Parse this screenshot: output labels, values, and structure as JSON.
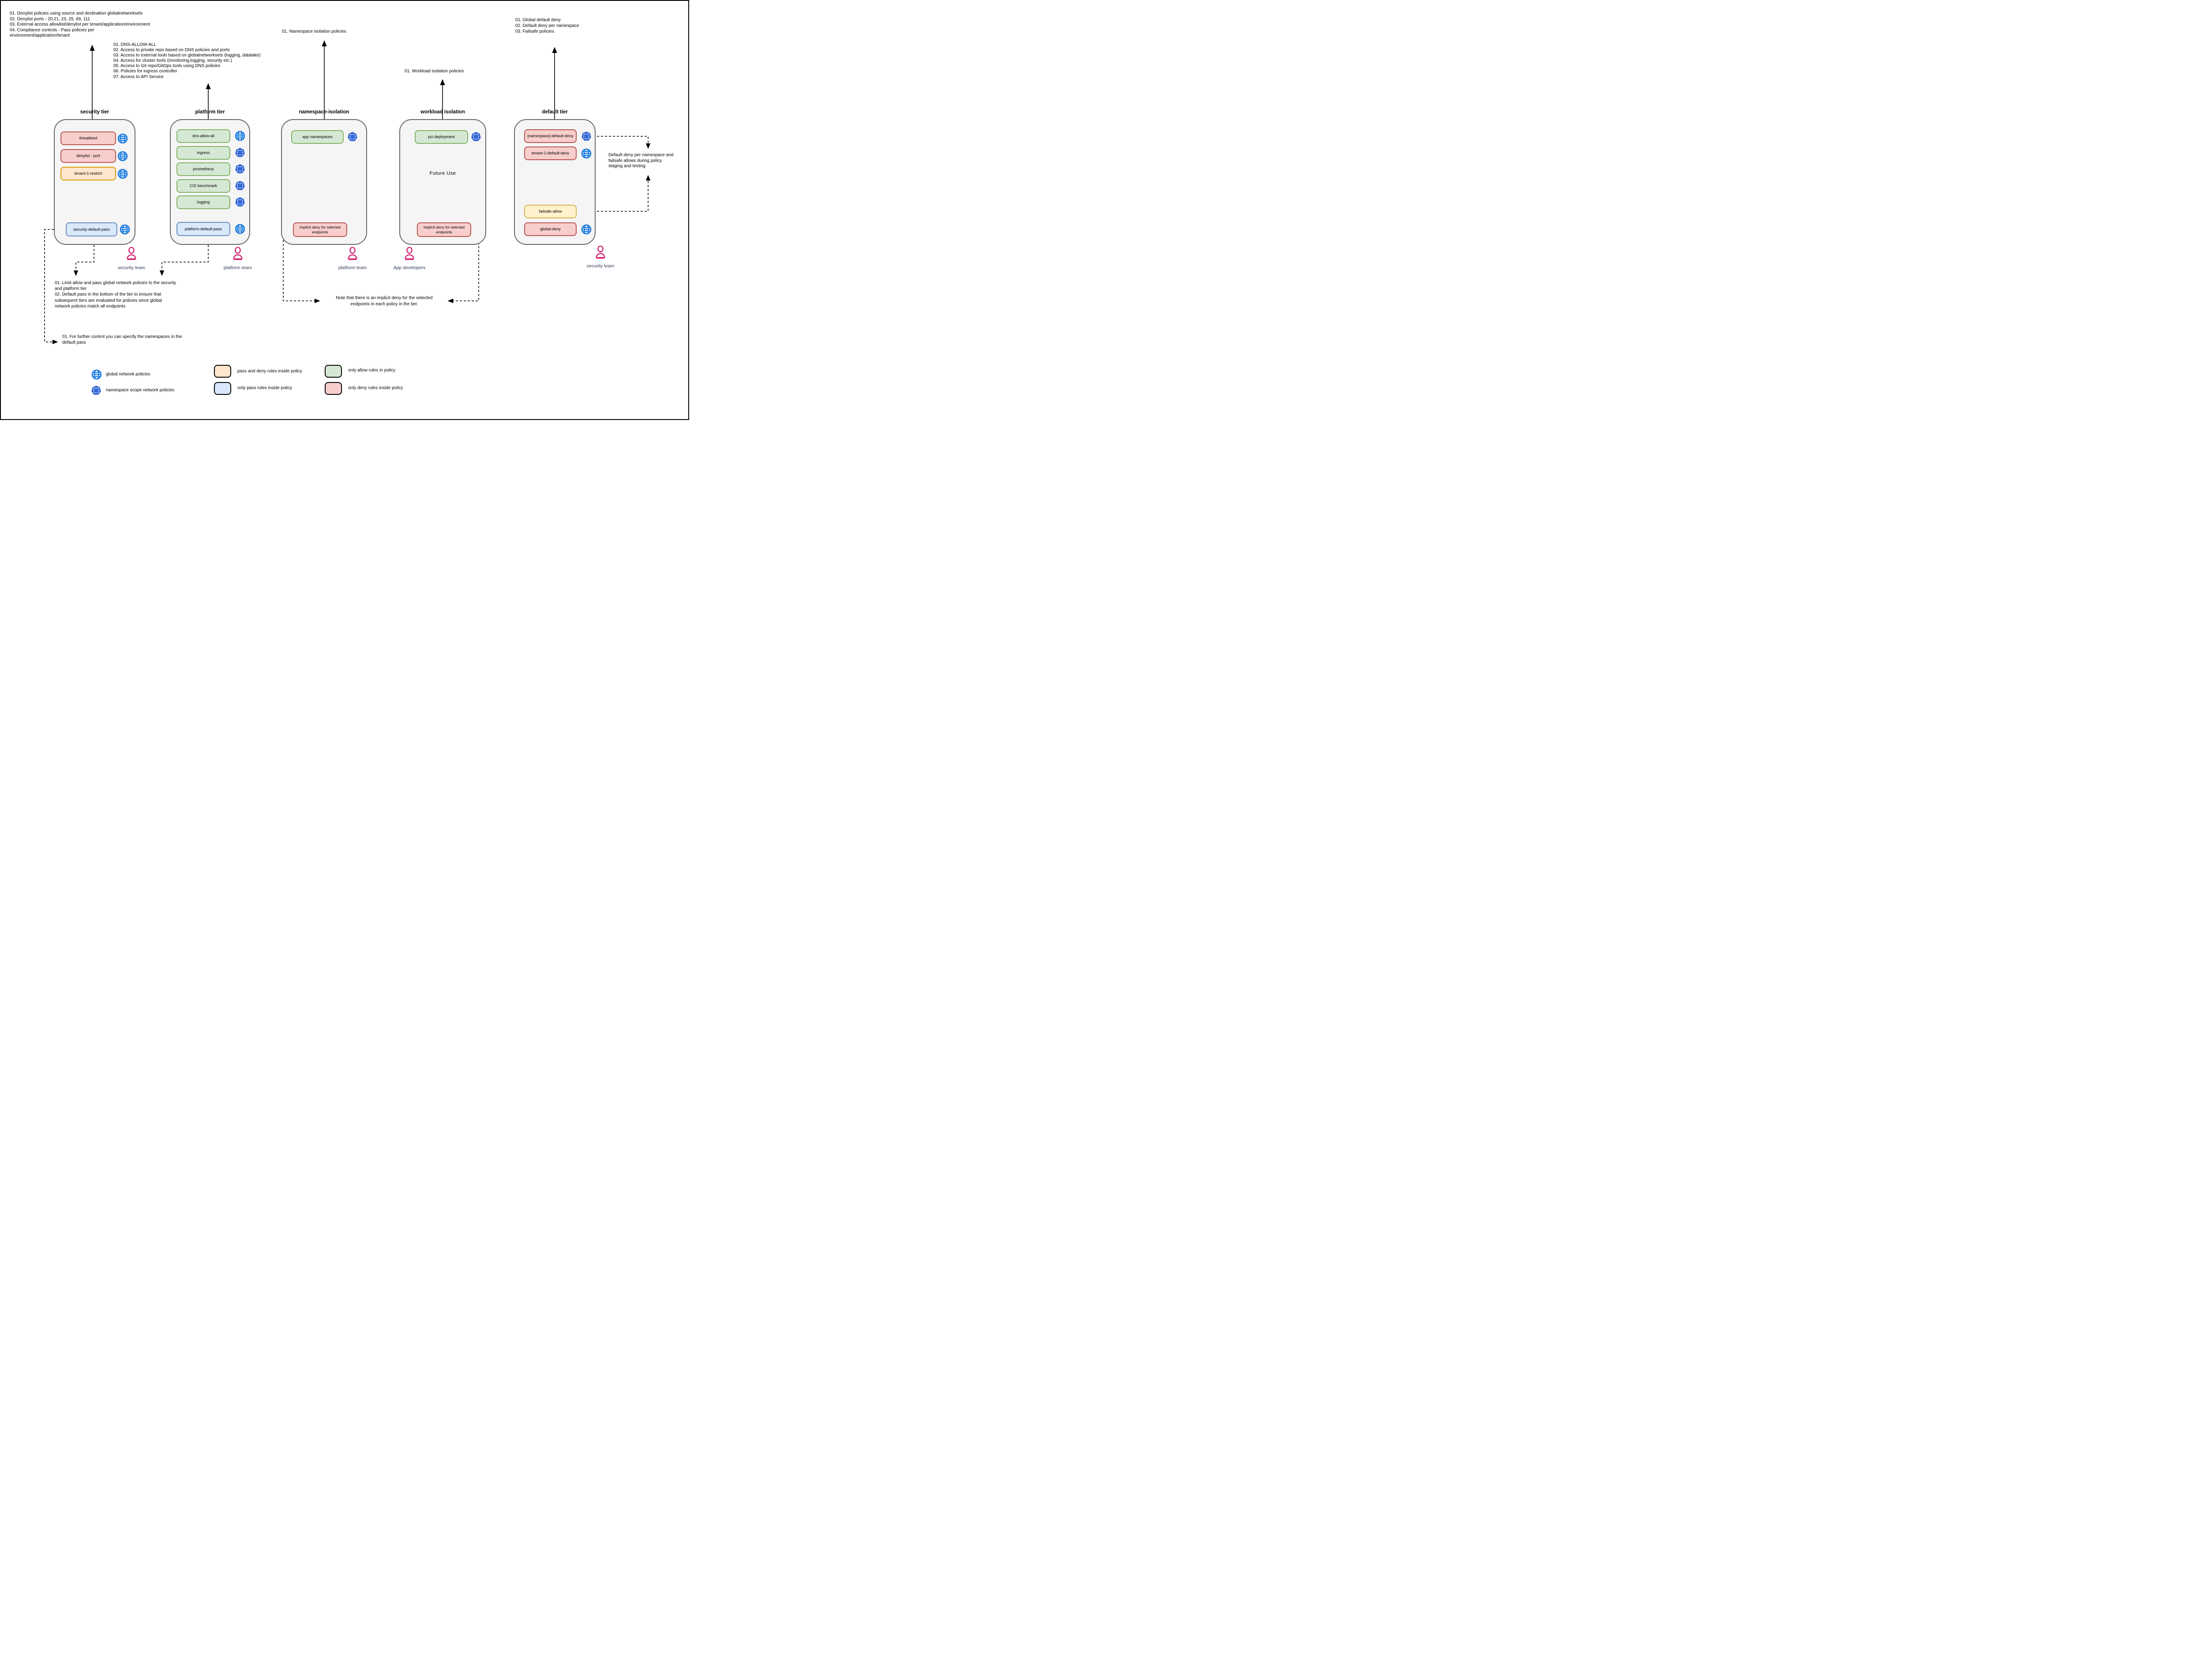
{
  "colors": {
    "deny_fill": "#f8cecc",
    "deny_stroke": "#b85450",
    "allow_fill": "#d5e8d4",
    "allow_stroke": "#82b366",
    "pass_fill": "#dae8fc",
    "pass_stroke": "#6c8ebf",
    "passdeny_fill": "#ffe6cc",
    "passdeny_stroke": "#d79b00",
    "failsafe_fill": "#fff2cc",
    "failsafe_stroke": "#d6b656",
    "tier_fill": "#f5f5f5",
    "tier_stroke": "#676767",
    "globe_blue": "#1d7de0",
    "heptagon_blue": "#3366d6",
    "person_pink": "#d11a6b"
  },
  "top_notes": {
    "security": [
      "01. Denylist policies using source and destination globalnetworksets",
      "02. Denylist ports - 20:21, 23, 25, 69, 111",
      "03. External access allowlist/denylist per tenant/application/environment",
      "04. Compliance controls - Pass policies per",
      "environment/application/tenant"
    ],
    "platform": [
      "01. DNS-ALLOW-ALL",
      "02. Access to private repo based on DNS policies and ports",
      "03. Access to external tools based on globalnetworksets (logging, datalake)",
      "04. Access for cluster tools (monitoring,logging, security etc.)",
      "05. Access to Git repo/GitOps tools using DNS policies",
      "06. Policies for ingress controller",
      "07. Access to API Service"
    ],
    "namespace": "01. Namespace isolation policies",
    "workload": "01. Workload isolation policies",
    "default": [
      "01. Global default deny",
      "02. Default deny per namespace",
      "03. Failsafe policies"
    ]
  },
  "tiers": [
    {
      "title": "security tier",
      "items": [
        {
          "label": "threatfeed"
        },
        {
          "label": "denylist - port"
        },
        {
          "label": "tenant-1-restrict"
        },
        {
          "label": "security-default-pass"
        }
      ]
    },
    {
      "title": "platform tier",
      "items": [
        {
          "label": "dns-allow-all"
        },
        {
          "label": "ingress"
        },
        {
          "label": "prometheus"
        },
        {
          "label": "CIS benchmark"
        },
        {
          "label": "logging"
        },
        {
          "label": "platform-default-pass"
        }
      ]
    },
    {
      "title": "namespace-isolation",
      "items": [
        {
          "label": "app namespaces"
        },
        {
          "label": "implicit deny for selected endpoints"
        }
      ]
    },
    {
      "title": "workload isolation",
      "note": "Future Use",
      "items": [
        {
          "label": "pci deployment"
        },
        {
          "label": "implicit deny for selected endpoints"
        }
      ]
    },
    {
      "title": "default tier",
      "items": [
        {
          "label": "[namespace]-default-deny"
        },
        {
          "label": "tenant-1-default-deny"
        },
        {
          "label": "failsafe-allow"
        },
        {
          "label": "global-deny"
        }
      ]
    }
  ],
  "teams": [
    {
      "label": "security team"
    },
    {
      "label": "platform team"
    },
    {
      "label": "platform team"
    },
    {
      "label": "App developers"
    },
    {
      "label": "security team"
    }
  ],
  "bottom_notes": {
    "limit": [
      "01. Limit allow and pass global network policies to the security",
      "and platform tier",
      "02. Default pass in the bottom of the tier to ensure that",
      "subsequent tiers are evaluated for policies since global",
      "network policies match all endpoints"
    ],
    "further": [
      "01. For further control you can specify the namespaces in the",
      "default pass"
    ],
    "implicit": [
      "Note that there is an implicit deny for the selected",
      "endpoints in each policy in the tier."
    ],
    "staging": [
      "Default deny per namespace and",
      "failsafe allows during policy",
      "staging and testing"
    ]
  },
  "legend": {
    "global": "global network policies",
    "namespace": "namespace scope network policies",
    "passdeny": "pass and deny rules inside policy",
    "pass": "only pass rules inside policy",
    "allow": "only allow rules in policy",
    "deny": "only deny rules inside policy"
  }
}
